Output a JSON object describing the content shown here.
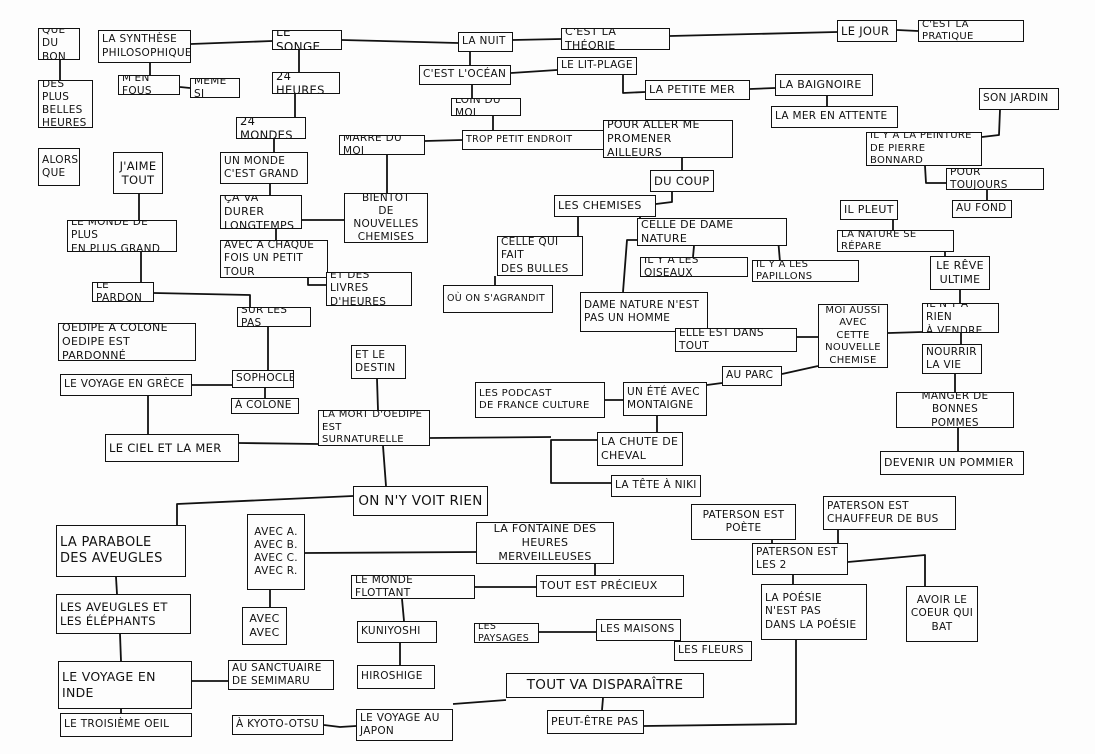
{
  "nodes": [
    "QUE DU\nBON",
    "DES PLUS\nBELLES\nHEURES",
    "ALORS\nQUE",
    "LA SYNTHÈSE\nPHILOSOPHIQUE",
    "M'EN FOUS",
    "MÊME SI",
    "LE SONGE",
    "24 HEURES",
    "24 MONDES",
    "J'AIME\nTOUT",
    "UN MONDE\nC'EST GRAND",
    "ÇA VA DURER\nLONGTEMPS",
    "BIENTÔT\nDE NOUVELLES\nCHEMISES",
    "MARRE DU MOI",
    "AVEC À CHAQUE\nFOIS UN PETIT TOUR",
    "ET DES LIVRES\nD'HEURES",
    "LE MONDE DE PLUS\nEN PLUS GRAND",
    "LE PARDON",
    "SUR LES PAS",
    "OEDIPE À COLONE\nOEDIPE EST PARDONNÉ",
    "LE VOYAGE EN GRÈCE",
    "SOPHOCLE",
    "À COLONE",
    "ET LE\nDESTIN",
    "LA MORT D'OEDIPE\nEST SURNATURELLE",
    "LE CIEL ET LA MER",
    "ON N'Y VOIT RIEN",
    "LA PARABOLE\nDES AVEUGLES",
    "AVEC A.\nAVEC B.\nAVEC C.\nAVEC R.",
    "AVEC\nAVEC",
    "LES AVEUGLES ET\nLES ÉLÉPHANTS",
    "LE VOYAGE EN\nINDE",
    "LE TROISIÈME OEIL",
    "AU SANCTUAIRE\nDE SEMIMARU",
    "À KYOTO-OTSU",
    "LE VOYAGE AU\nJAPON",
    "LA FONTAINE DES HEURES\nMERVEILLEUSES",
    "LE MONDE FLOTTANT",
    "TOUT EST PRÉCIEUX",
    "KUNIYOSHI",
    "HIROSHIGE",
    "LES PAYSAGES",
    "LES MAISONS",
    "LES FLEURS",
    "TOUT VA DISPARAÎTRE",
    "PEUT-ÊTRE PAS",
    "LA NUIT",
    "C'EST L'OCÉAN",
    "LOIN DU MOI",
    "TROP PETIT ENDROIT",
    "C'EST LA THÉORIE",
    "LE LIT-PLAGE",
    "LA PETITE MER",
    "LA BAIGNOIRE",
    "LA MER EN ATTENTE",
    "LE JOUR",
    "C'EST LA PRATIQUE",
    "POUR ALLER ME\nPROMENER AILLEURS",
    "DU COUP",
    "LES CHEMISES",
    "CELLE QUI FAIT\nDES BULLES",
    "OÙ ON S'AGRANDIT",
    "CELLE DE DAME NATURE",
    "IL Y A LES OISEAUX",
    "IL Y A LES PAPILLONS",
    "DAME NATURE N'EST\nPAS UN HOMME",
    "ELLE EST DANS TOUT",
    "MOI AUSSI\nAVEC CETTE\nNOUVELLE\nCHEMISE",
    "AU PARC",
    "LES PODCAST\nDE FRANCE CULTURE",
    "UN ÉTÉ AVEC\nMONTAIGNE",
    "LA CHUTE DE\nCHEVAL",
    "LA TÊTE À NIKI",
    "SON JARDIN",
    "IL Y A LA PEINTURE\nDE PIERRE BONNARD",
    "POUR TOUJOURS",
    "AU FOND",
    "IL PLEUT",
    "LA NATURE SE RÉPARE",
    "LE RÊVE\nULTIME",
    "IL N'Y A RIEN\nÀ VENDRE",
    "NOURRIR\nLA VIE",
    "MANGER DE BONNES\nPOMMES",
    "DEVENIR UN POMMIER",
    "PATERSON EST\nPOÈTE",
    "PATERSON EST\nCHAUFFEUR DE BUS",
    "PATERSON EST\nLES 2",
    "LA POÉSIE\nN'EST PAS\nDANS LA POÉSIE",
    "AVOIR LE\nCOEUR QUI\nBAT"
  ]
}
